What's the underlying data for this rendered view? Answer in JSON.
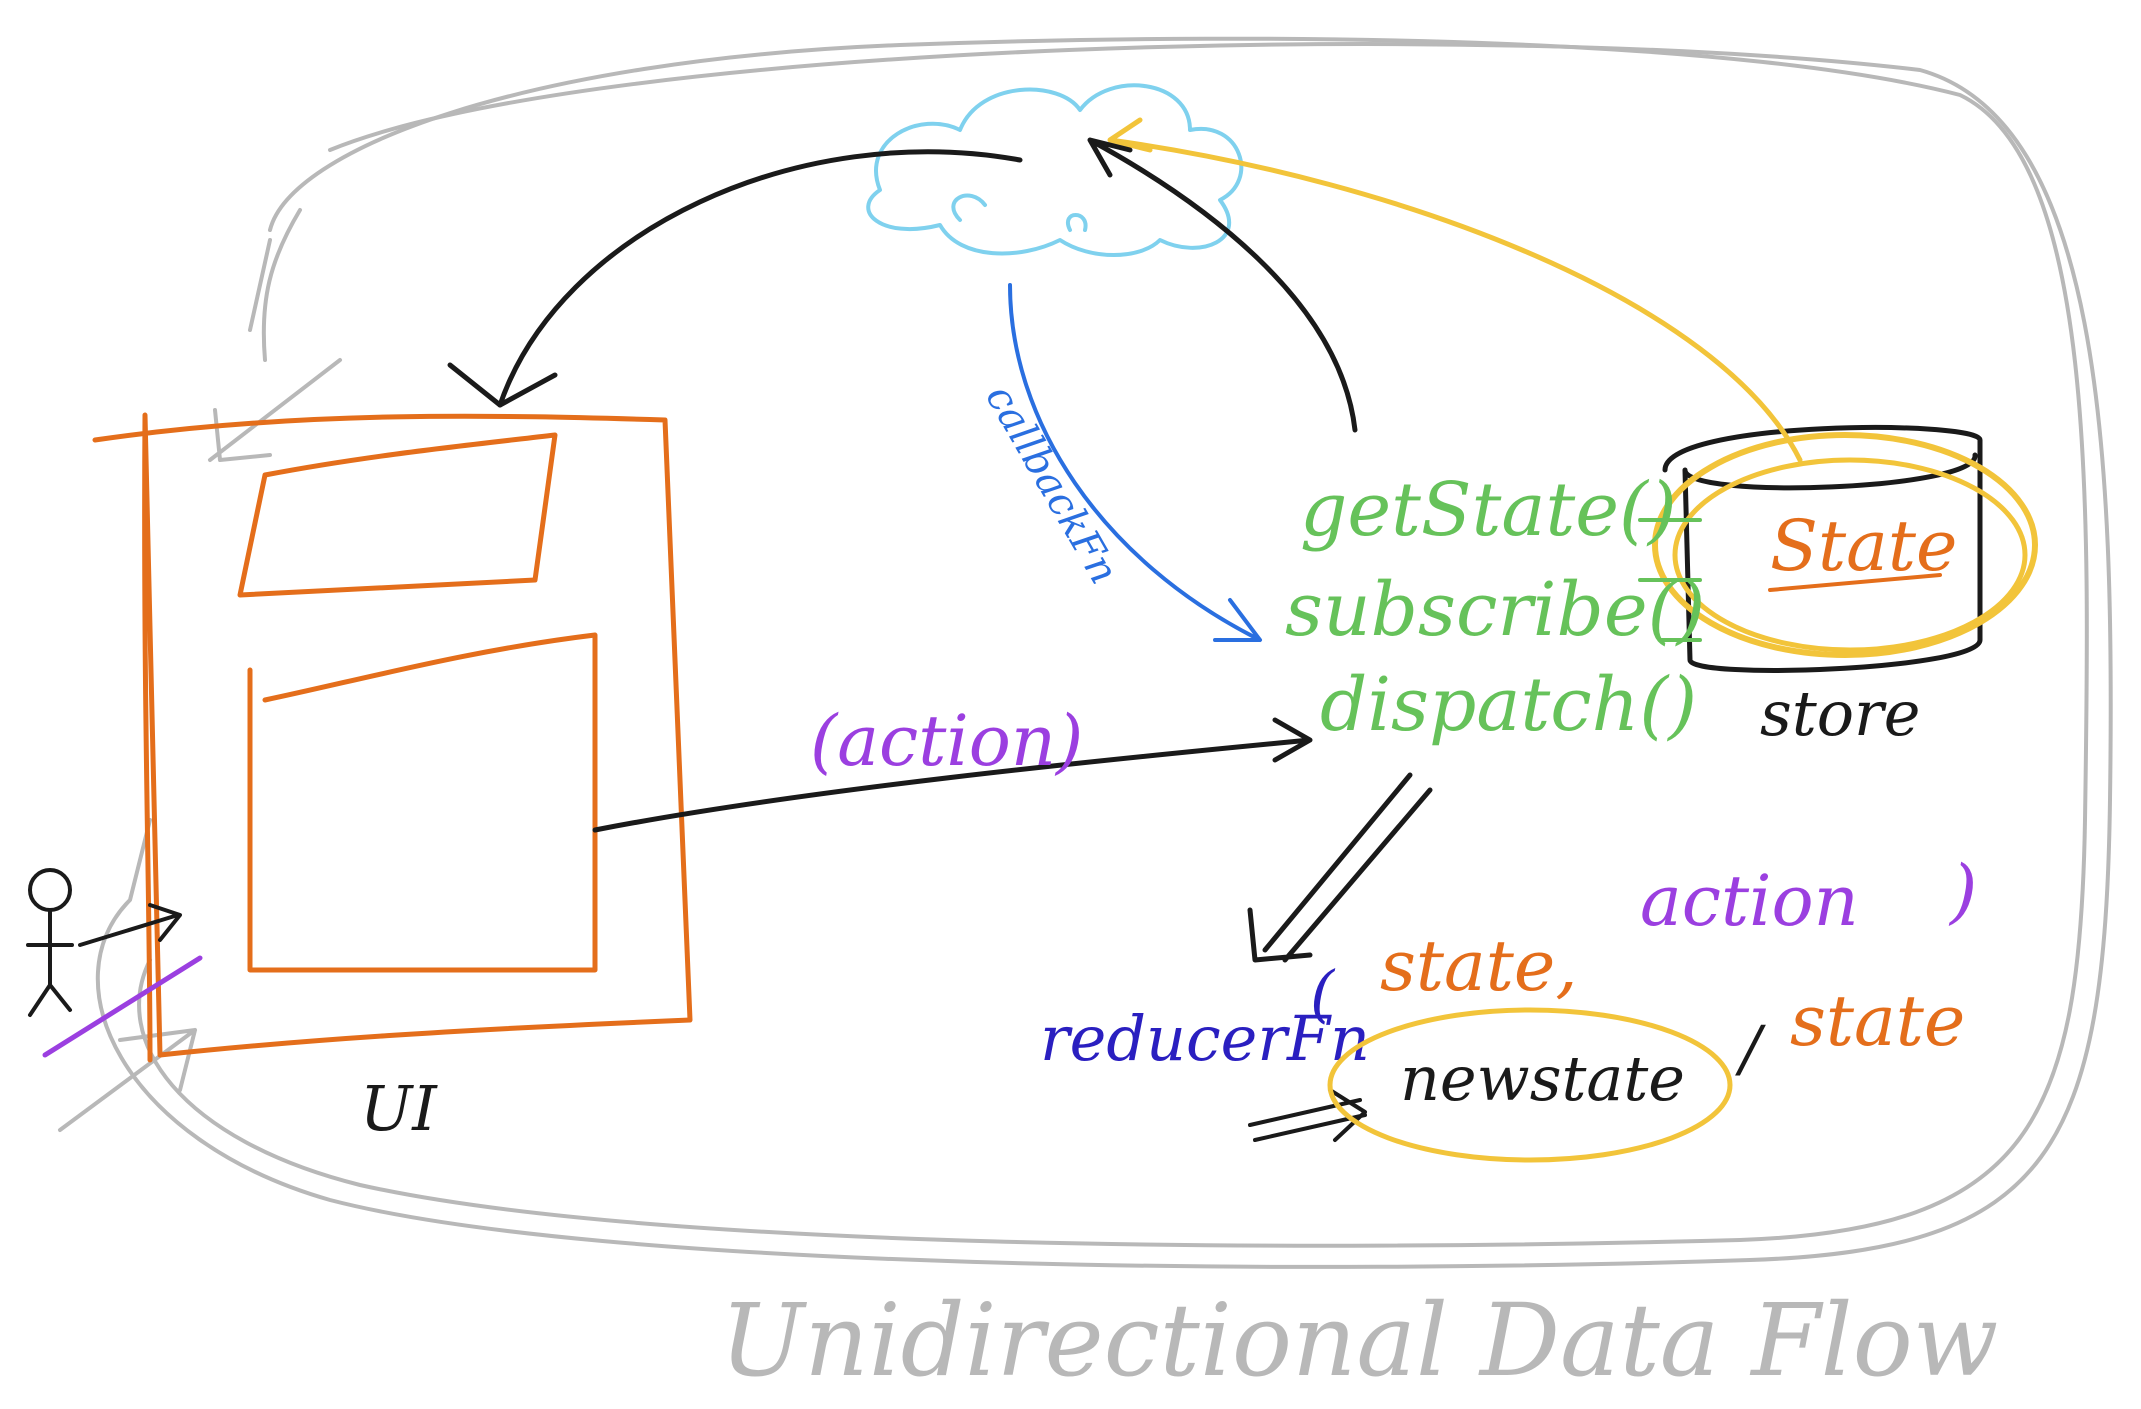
{
  "diagram": {
    "title": "Unidirectional Data Flow",
    "ui_label": "UI",
    "store_label": "store",
    "state_label": "State",
    "action_label": "(action)",
    "callback_label": "callbackFn",
    "methods": [
      "getState()",
      "subscribe()",
      "dispatch()"
    ],
    "reducer": {
      "fn": "reducerFn",
      "open_paren": "(",
      "state_arg": "state,",
      "action_arg": "action",
      "close_paren": ")",
      "result": "newstate",
      "separator": "/",
      "alt_result": "state"
    }
  },
  "colors": {
    "ui": "#e46e1b",
    "method": "#66c25a",
    "action": "#9b3fe0",
    "callback": "#2a6fe0",
    "reducer": "#2a1fc0",
    "highlight": "#f2c43a",
    "cloud": "#7fd1ee",
    "frame": "#b8b8b8",
    "ink": "#1a1a1a"
  },
  "icons": [
    "stick-figure-icon",
    "cloud-icon",
    "database-icon"
  ]
}
